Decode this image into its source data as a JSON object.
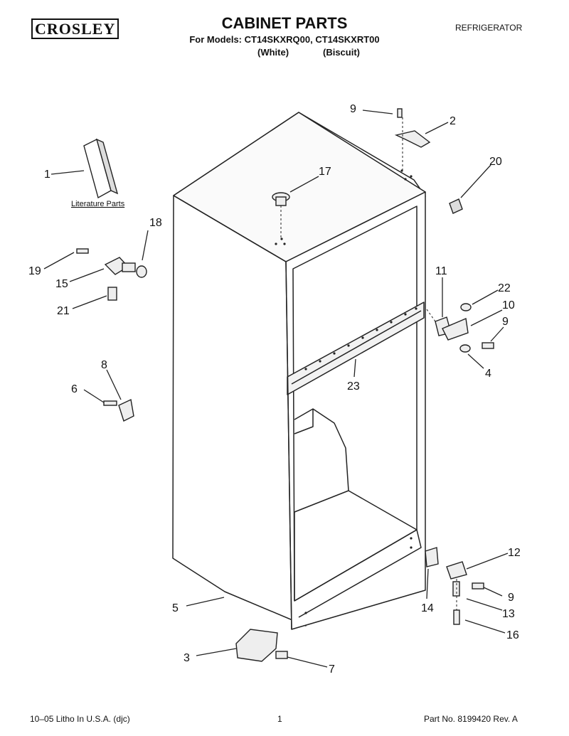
{
  "header": {
    "brand": "CROSLEY",
    "title": "CABINET PARTS",
    "models_line": "For Models: CT14SKXRQ00, CT14SKXRT00",
    "variant_white": "(White)",
    "variant_biscuit": "(Biscuit)",
    "category": "REFRIGERATOR"
  },
  "diagram": {
    "literature_label": "Literature Parts",
    "callouts": [
      "1",
      "2",
      "3",
      "4",
      "5",
      "6",
      "7",
      "8",
      "9",
      "9",
      "9",
      "10",
      "11",
      "12",
      "13",
      "14",
      "15",
      "16",
      "17",
      "18",
      "19",
      "20",
      "21",
      "22",
      "23"
    ]
  },
  "footer": {
    "print_info": "10–05 Litho In U.S.A. (djc)",
    "page_number": "1",
    "part_number": "Part No. 8199420 Rev. A"
  }
}
